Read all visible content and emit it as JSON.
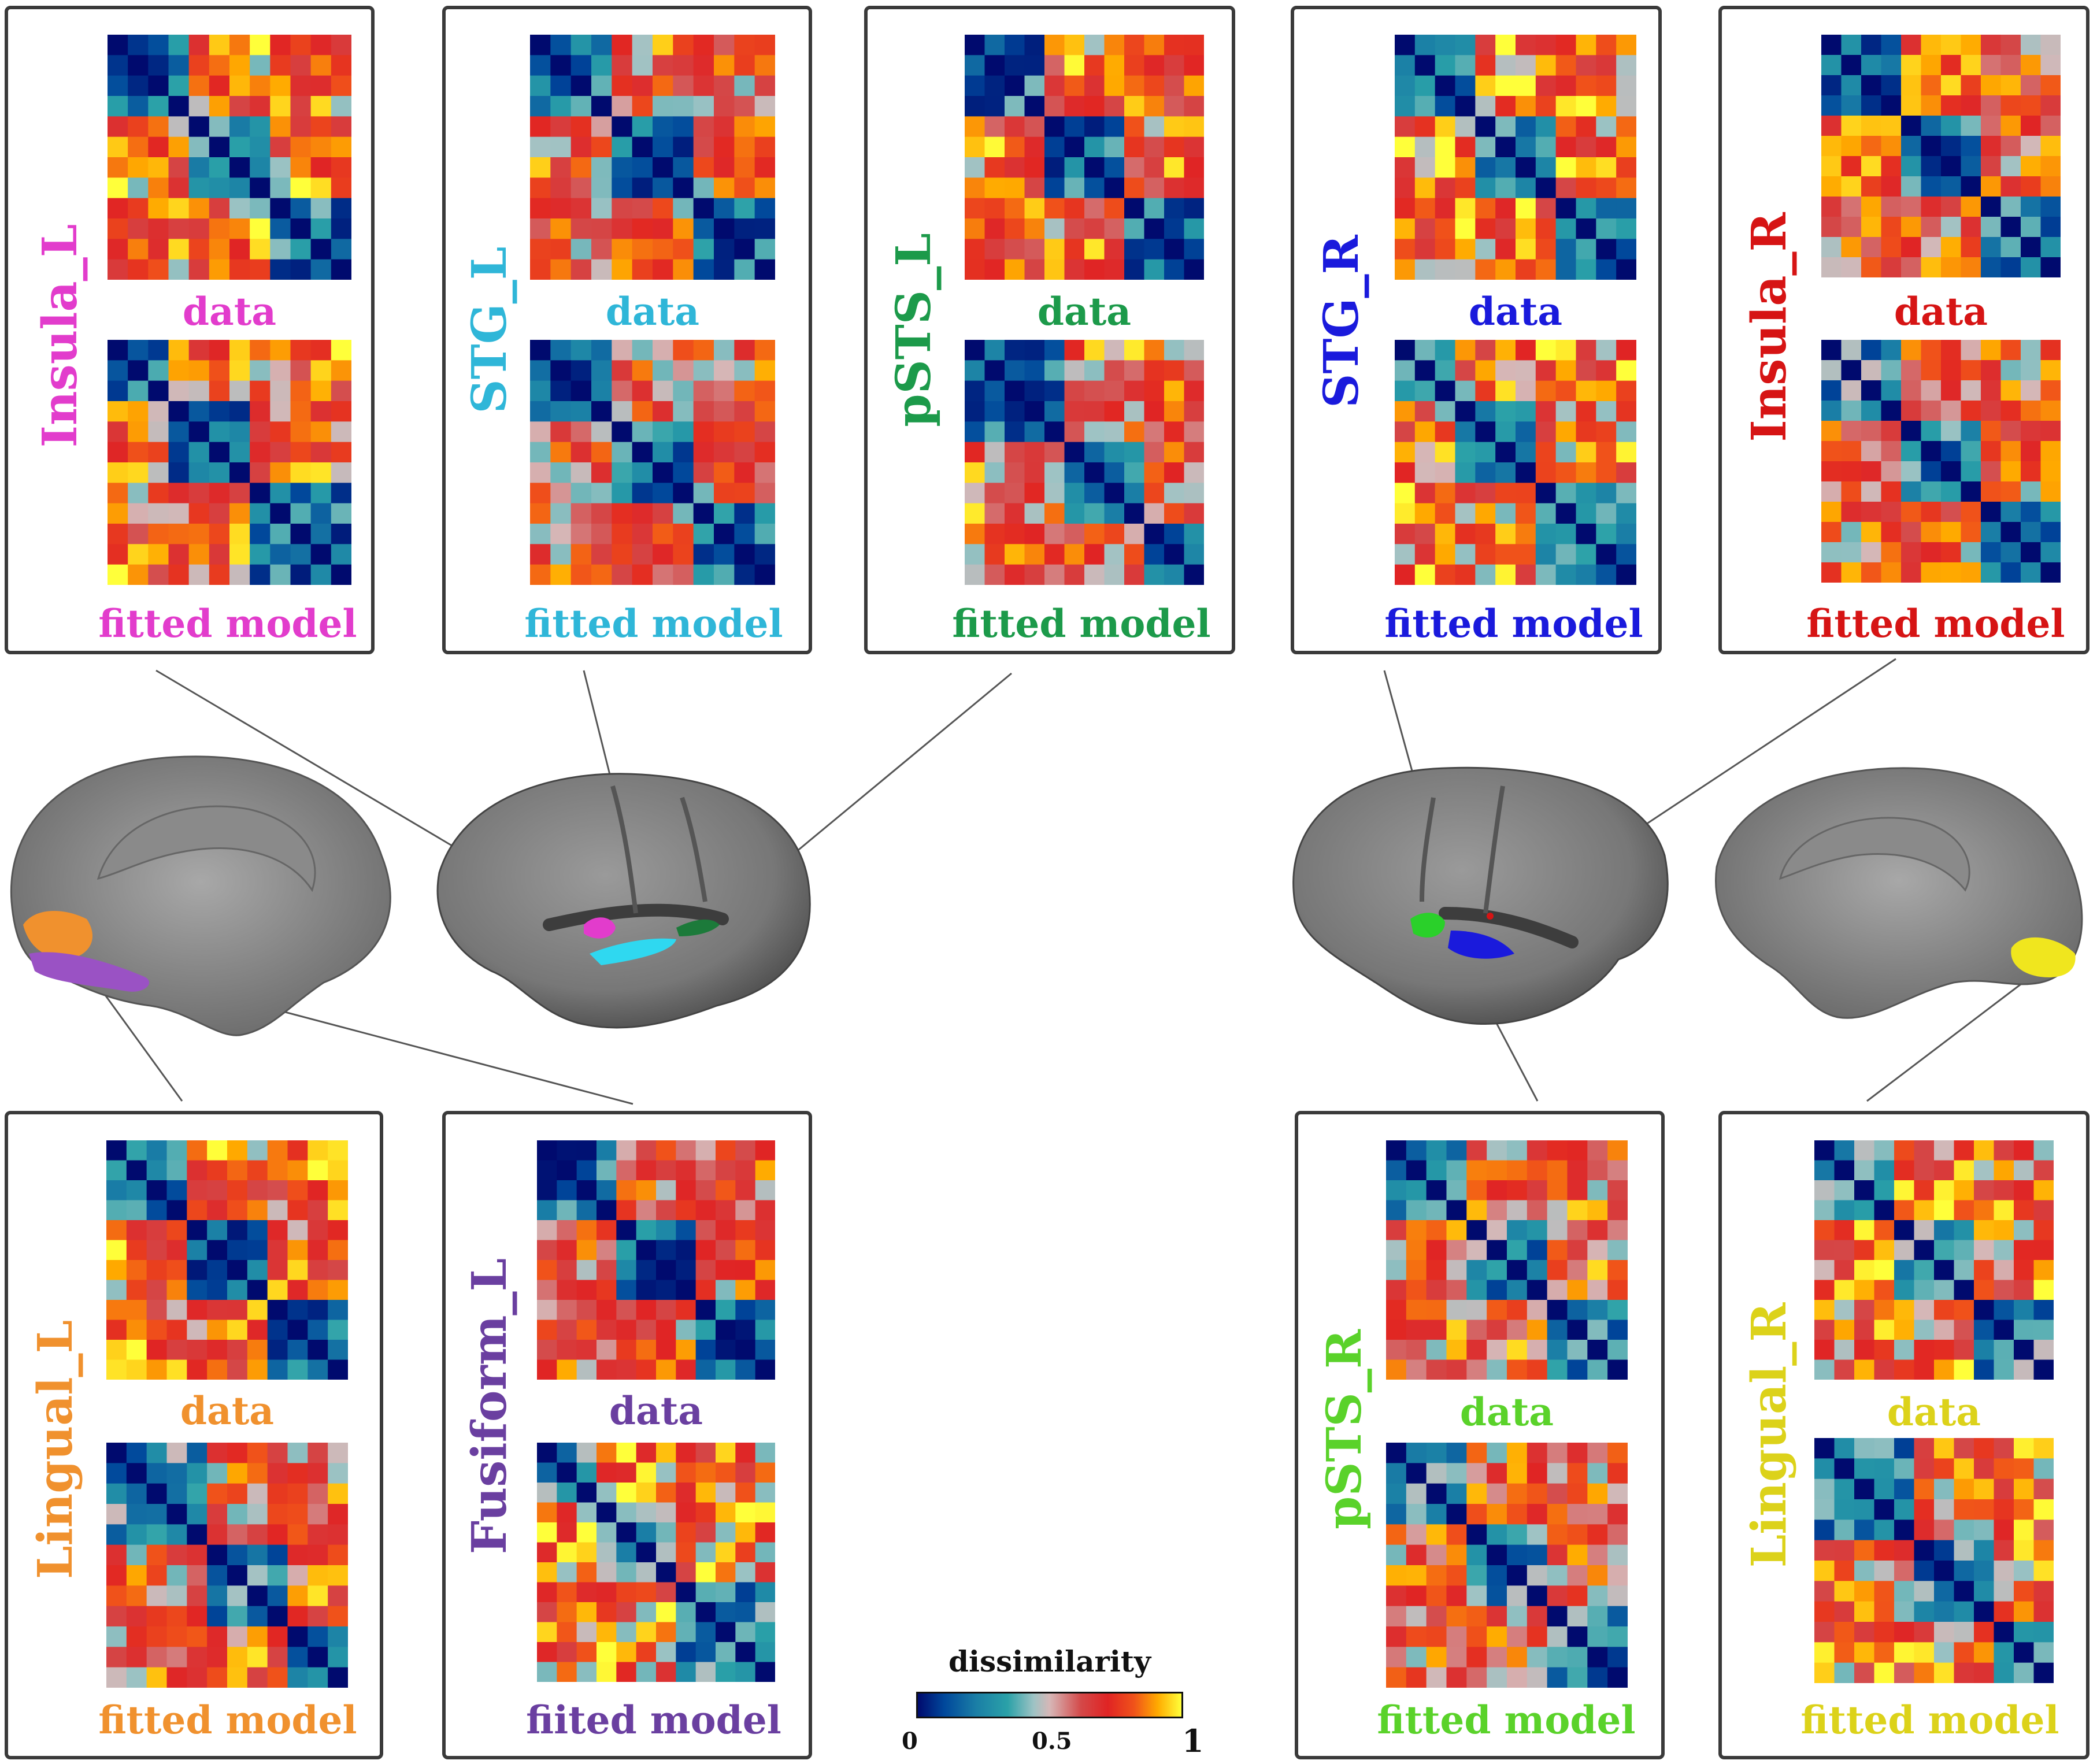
{
  "colors": {
    "insula_l": "#e23ccc",
    "stg_l": "#2fb6d8",
    "psts_l": "#1c9a4a",
    "stg_r": "#1a1adc",
    "insula_r": "#d61414",
    "lingual_l": "#f0912e",
    "fusiform_l": "#6a3fa0",
    "psts_r": "#5ad22a",
    "lingual_r": "#dcd21a"
  },
  "panels": [
    {
      "id": "insula_l",
      "region": "Insula_L",
      "top": "data",
      "bottom": "fitted model",
      "color": "#e23ccc"
    },
    {
      "id": "stg_l",
      "region": "STG_L",
      "top": "data",
      "bottom": "fitted model",
      "color": "#2fb6d8"
    },
    {
      "id": "psts_l",
      "region": "pSTS_L",
      "top": "data",
      "bottom": "fitted model",
      "color": "#1c9a4a"
    },
    {
      "id": "stg_r",
      "region": "STG_R",
      "top": "data",
      "bottom": "fitted model",
      "color": "#1a1adc"
    },
    {
      "id": "insula_r",
      "region": "Insula_R",
      "top": "data",
      "bottom": "fitted model",
      "color": "#d61414"
    },
    {
      "id": "lingual_l",
      "region": "Lingual_L",
      "top": "data",
      "bottom": "fitted model",
      "color": "#f0912e"
    },
    {
      "id": "fusiform_l",
      "region": "Fusiform_L",
      "top": "data",
      "bottom": "fiited model",
      "color": "#6a3fa0"
    },
    {
      "id": "psts_r",
      "region": "pSTS_R",
      "top": "data",
      "bottom": "fitted model",
      "color": "#5ad22a"
    },
    {
      "id": "lingual_r",
      "region": "Lingual_R",
      "top": "data",
      "bottom": "fitted model",
      "color": "#dcd21a"
    }
  ],
  "colorbar": {
    "title": "dissimilarity",
    "min": "0",
    "mid": "0.5",
    "max": "1"
  }
}
